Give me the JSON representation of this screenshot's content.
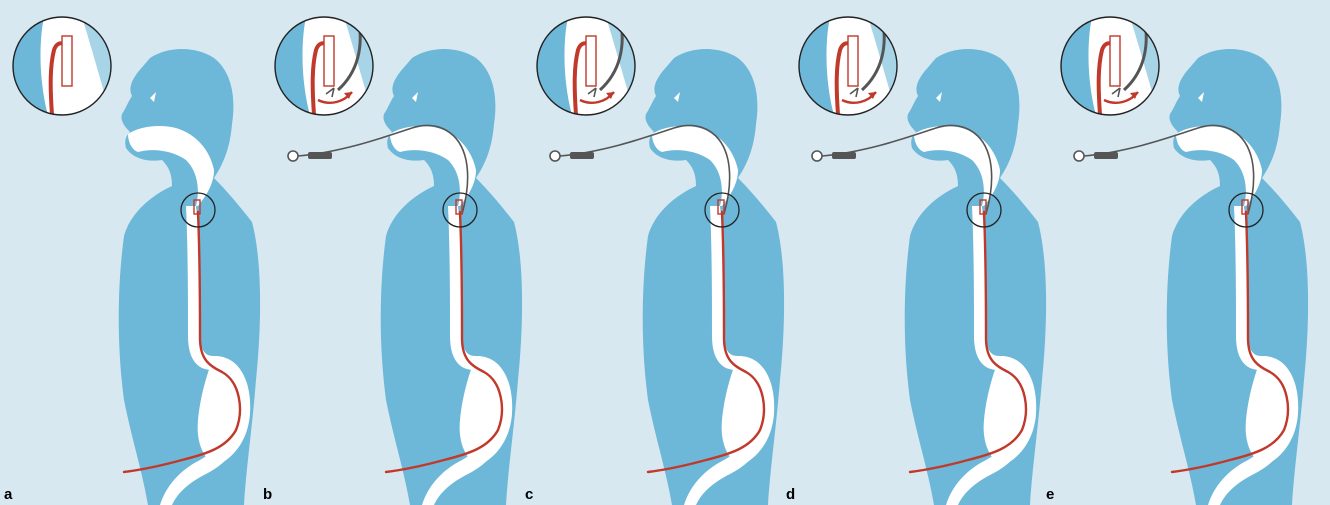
{
  "colors": {
    "background": "#d8e8f0",
    "body": "#6db8d8",
    "body_light": "#a8d4e8",
    "airway": "#ffffff",
    "tube": "#c0392b",
    "endoscope": "#555555"
  },
  "panels": [
    {
      "label": "a",
      "endoscope": false,
      "stage": "tube-in-esophagus"
    },
    {
      "label": "b",
      "endoscope": true,
      "stage": "grasper-approaches-tube"
    },
    {
      "label": "c",
      "endoscope": true,
      "stage": "tube-end-grasped"
    },
    {
      "label": "d",
      "endoscope": true,
      "stage": "tube-end-folded"
    },
    {
      "label": "e",
      "endoscope": true,
      "stage": "tube-pushed-to-stomach"
    }
  ]
}
